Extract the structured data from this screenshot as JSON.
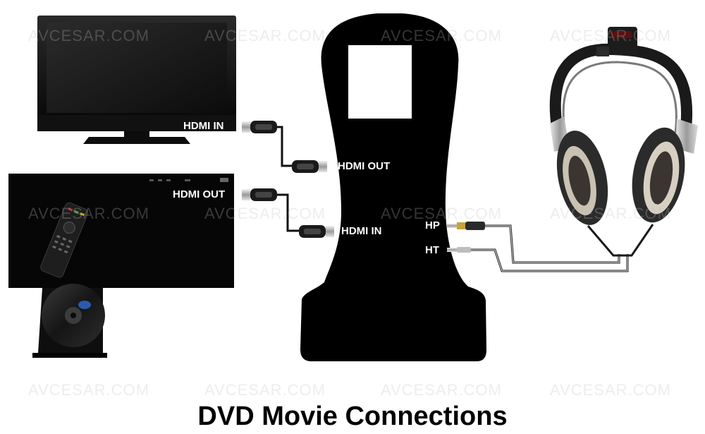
{
  "title": "DVD Movie Connections",
  "watermark": "AVCESAR.COM",
  "labels": {
    "tv_hdmi_in": "HDMI IN",
    "player_hdmi_out": "HDMI OUT",
    "processor_hdmi_out": "HDMI OUT",
    "processor_hdmi_in": "HDMI IN",
    "hp": "HP",
    "ht": "HT"
  },
  "colors": {
    "background": "#ffffff",
    "device_body": "#000000",
    "tv_screen": "#161616",
    "cable": "#111111",
    "label_on_dark": "#ffffff"
  },
  "icons": {
    "television": "television-icon",
    "bluray_player": "bluray-player-icon",
    "remote": "remote-control-icon",
    "disc": "disc-icon",
    "processor": "headphone-processor-icon",
    "headphones": "headphones-icon"
  }
}
